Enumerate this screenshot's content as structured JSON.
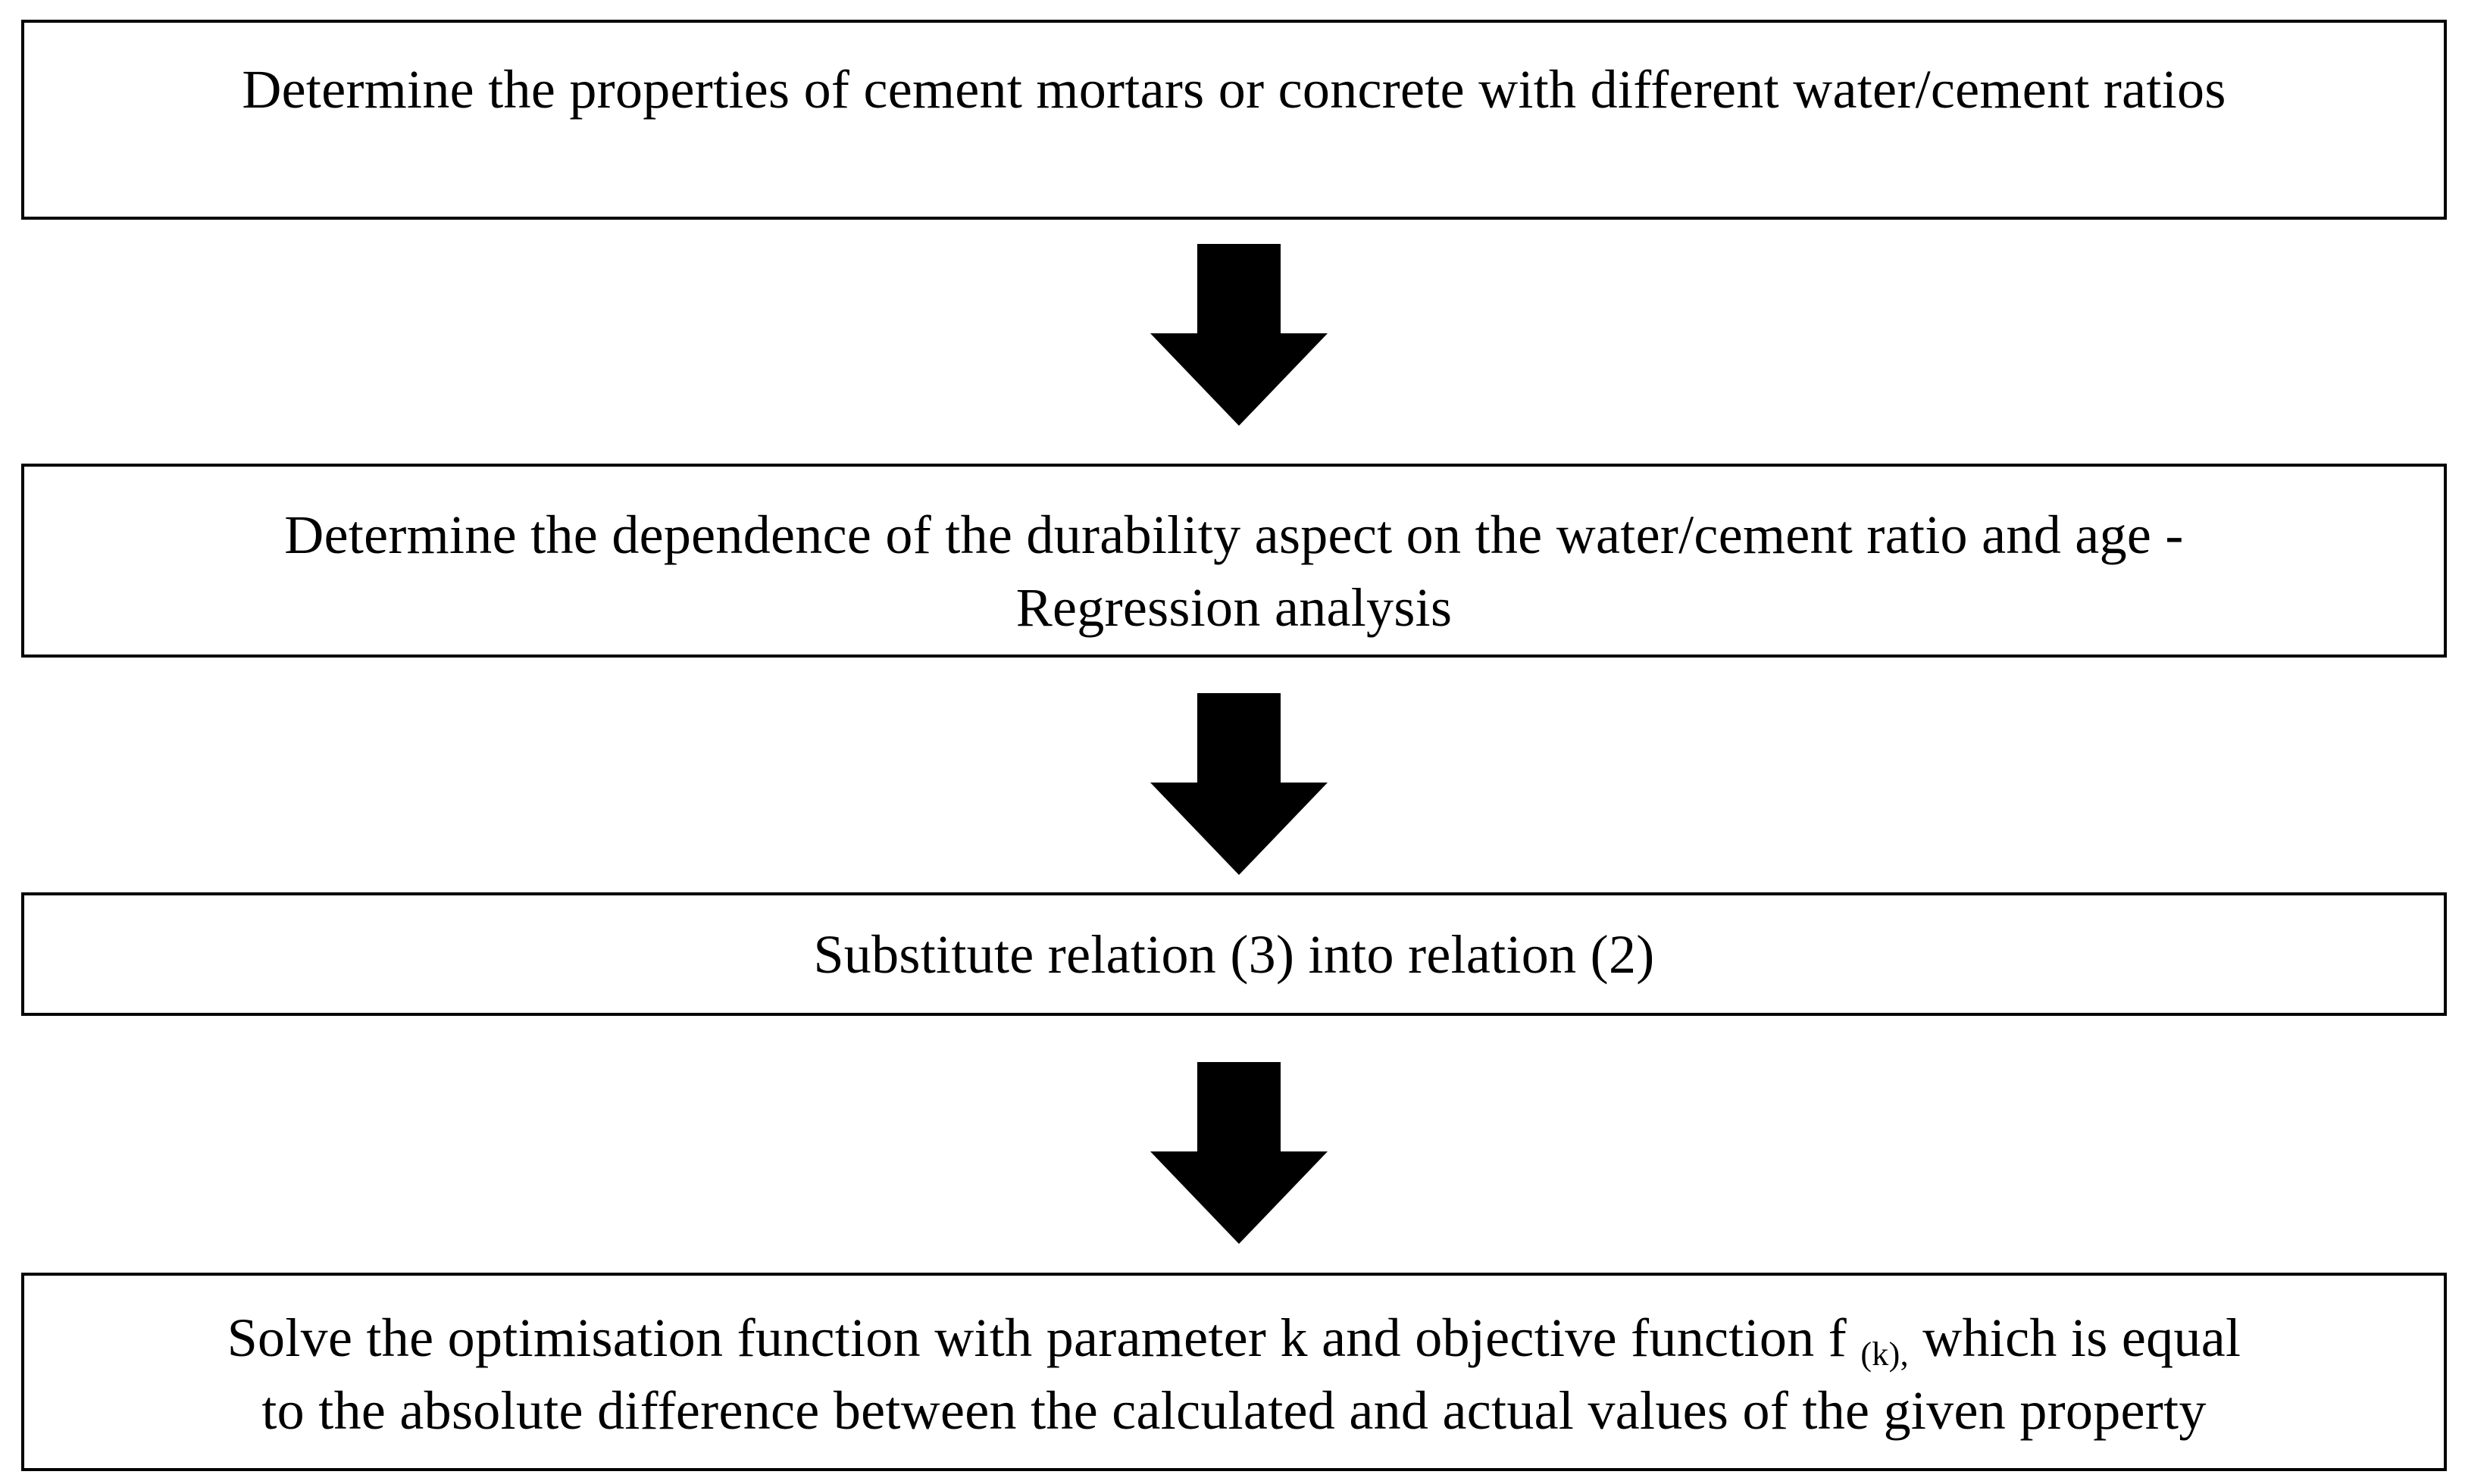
{
  "flowchart": {
    "steps": [
      {
        "lines": [
          "Determine the properties of cement mortars or concrete with different water/cement ratios"
        ]
      },
      {
        "lines": [
          "Determine the dependence of the durability aspect on the water/cement ratio and age -",
          "Regression analysis"
        ]
      },
      {
        "lines": [
          "Substitute relation (3) into relation (2)"
        ]
      },
      {
        "line1_before_sub": "Solve the optimisation function with parameter k and objective function f ",
        "line1_sub": "(k),",
        "line1_after_sub": " which is equal",
        "line2": "to the absolute difference between the calculated and actual values of the given property"
      }
    ],
    "arrow_icon": "down-arrow-icon",
    "colors": {
      "stroke": "#000000",
      "fill": "#ffffff",
      "arrow": "#000000"
    }
  }
}
